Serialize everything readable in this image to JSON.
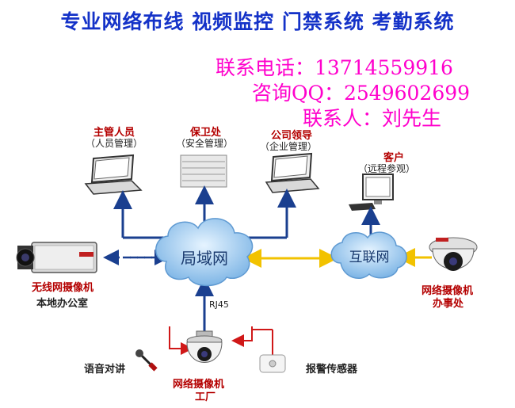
{
  "banner": {
    "text": "专业网络布线 视频监控 门禁系统 考勤系统",
    "color": "#1432c8"
  },
  "contact": {
    "phone": "联系电话：13714559916",
    "qq": "咨询QQ：2549602699",
    "person": "联系人：刘先生",
    "color": "#ff00cc"
  },
  "nodes": {
    "manager": {
      "line1": "主管人员",
      "line2": "（人员管理）"
    },
    "security": {
      "line1": "保卫处",
      "line2": "（安全管理）"
    },
    "leader": {
      "line1": "公司领导",
      "line2": "（企业管理）"
    },
    "client": {
      "line1": "客户",
      "line2": "（远程参观）"
    },
    "lan": {
      "label": "局域网"
    },
    "internet": {
      "label": "互联网"
    },
    "wireless_cam": {
      "line1": "无线网摄像机",
      "line2": "本地办公室"
    },
    "ip_cam_office": {
      "line1": "网络摄像机",
      "line2": "办事处"
    },
    "rj45": {
      "label": "RJ45"
    },
    "voice": {
      "label": "语音对讲"
    },
    "ptz_cam": {
      "line1": "网络摄像机",
      "line2": "工厂"
    },
    "alarm": {
      "label": "报警传感器"
    }
  },
  "colors": {
    "arrow_blue": "#1a3f8f",
    "arrow_yellow": "#f2c200",
    "cloud": "#9ccbf0",
    "label_red": "#b40000"
  }
}
